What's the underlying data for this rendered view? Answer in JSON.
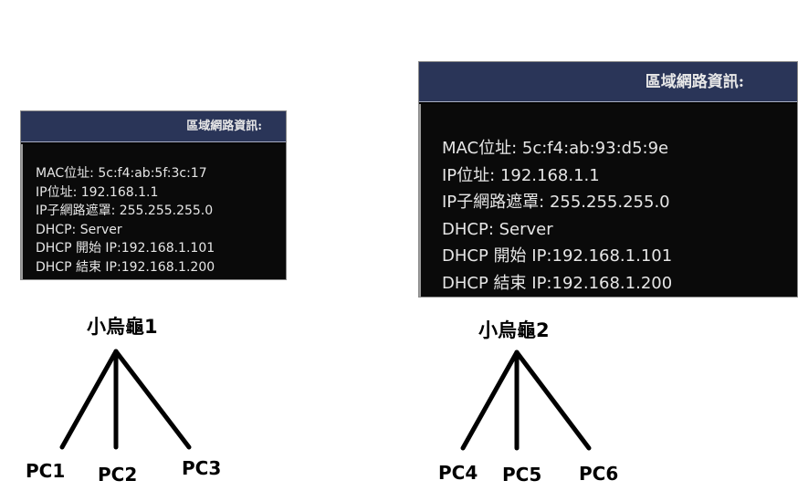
{
  "panels": [
    {
      "header": "區域網路資訊:",
      "rows": [
        "MAC位址: 5c:f4:ab:5f:3c:17",
        "IP位址: 192.168.1.1",
        "IP子網路遮罩: 255.255.255.0",
        "DHCP: Server",
        "DHCP 開始 IP:192.168.1.101",
        "DHCP 結束 IP:192.168.1.200"
      ]
    },
    {
      "header": "區域網路資訊:",
      "rows": [
        "MAC位址: 5c:f4:ab:93:d5:9e",
        "IP位址: 192.168.1.1",
        "IP子網路遮罩: 255.255.255.0",
        "DHCP: Server",
        "DHCP 開始 IP:192.168.1.101",
        "DHCP 結束 IP:192.168.1.200"
      ]
    }
  ],
  "trees": [
    {
      "router": "小烏龜1",
      "pcs": [
        "PC1",
        "PC2",
        "PC3"
      ]
    },
    {
      "router": "小烏龜2",
      "pcs": [
        "PC4",
        "PC5",
        "PC6"
      ]
    }
  ],
  "colors": {
    "panel_header_bg": "#2a3558",
    "panel_body_bg": "#0a0a0a",
    "panel_text": "#e6e6e6",
    "line": "#000000"
  }
}
